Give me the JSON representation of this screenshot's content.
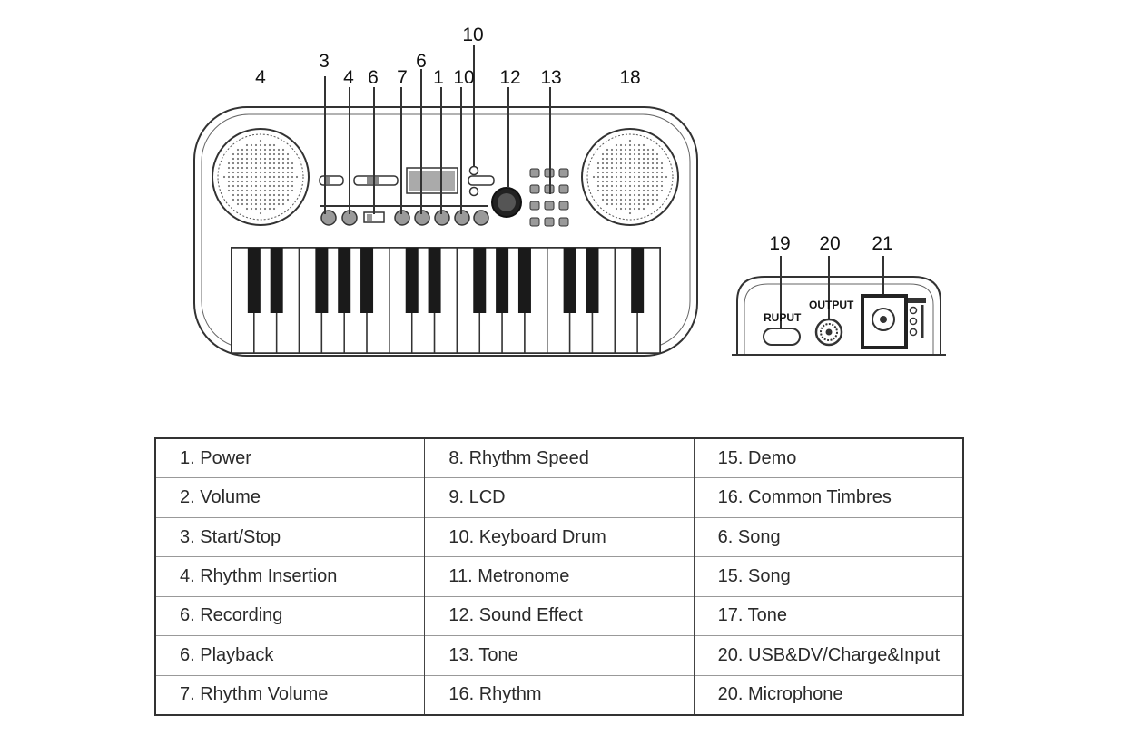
{
  "callouts": {
    "top_10": "10",
    "c_3": "3",
    "c_4a": "4",
    "c_4b": "4",
    "c_6a": "6",
    "c_6b": "6",
    "c_7": "7",
    "c_1": "1",
    "c_10": "10",
    "c_12": "12",
    "c_13": "13",
    "c_18": "18",
    "c_19": "19",
    "c_20": "20",
    "c_21": "21"
  },
  "port_panel": {
    "input_label": "RUPUT",
    "output_label": "OUTPUT"
  },
  "legend": {
    "columns": [
      [
        "1. Power",
        "2. Volume",
        "3. Start/Stop",
        "4. Rhythm Insertion",
        "6. Recording",
        "6. Playback",
        "7. Rhythm Volume"
      ],
      [
        "8. Rhythm Speed",
        "9. LCD",
        "10. Keyboard Drum",
        "11. Metronome",
        "12. Sound Effect",
        "13. Tone",
        "16. Rhythm"
      ],
      [
        "15.  Demo",
        "16. Common Timbres",
        " 6. Song",
        "15. Song",
        "17. Tone",
        "20. USB&DV/Charge&Input",
        "20. Microphone"
      ]
    ]
  },
  "colors": {
    "line": "#333333",
    "button_fill": "#9a9a9a",
    "black_key": "#1a1a1a",
    "lcd_fill": "#aaaaaa",
    "grille_dot": "#7a7a7a"
  }
}
